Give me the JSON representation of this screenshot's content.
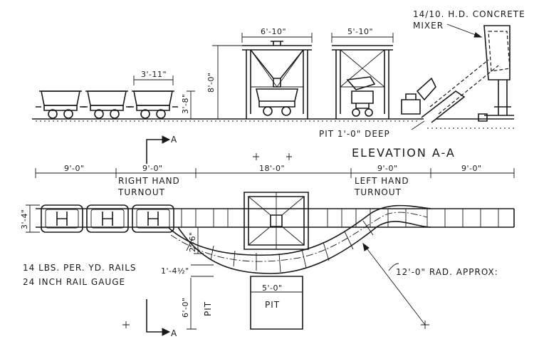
{
  "elevation": {
    "title": "ELEVATION A-A",
    "mixer_label_line1": "14/10. H.D. CONCRETE",
    "mixer_label_line2": "MIXER",
    "car_width_dim": "3'-11\"",
    "car_height_dim": "3'-8\"",
    "hopper_height_dim": "8'-0\"",
    "hopper1_width_dim": "6'-10\"",
    "hopper2_width_dim": "5'-10\"",
    "pit_note": "PIT 1'-0\" DEEP",
    "section_mark": "A"
  },
  "plan": {
    "dim_seg1": "9'-0\"",
    "dim_seg2": "9'-0\"",
    "dim_seg3": "18'-0\"",
    "dim_seg4": "9'-0\"",
    "dim_seg5": "9'-0\"",
    "right_turnout_line1": "RIGHT HAND",
    "right_turnout_line2": "TURNOUT",
    "left_turnout_line1": "LEFT HAND",
    "left_turnout_line2": "TURNOUT",
    "car_width_dim": "3'-4\"",
    "offset_dim": "2'-6\"",
    "offset2_dim": "1'-4½\"",
    "pit_depth_dim": "6'-0\"",
    "pit_side_label": "PIT",
    "pit_width_dim": "5'-0\"",
    "pit_label": "PIT",
    "radius_note": "12'-0\" RAD. APPROX:",
    "rails_note_line1": "14 LBS. PER. YD. RAILS",
    "rails_note_line2": "24 INCH RAIL GAUGE",
    "section_mark": "A"
  }
}
